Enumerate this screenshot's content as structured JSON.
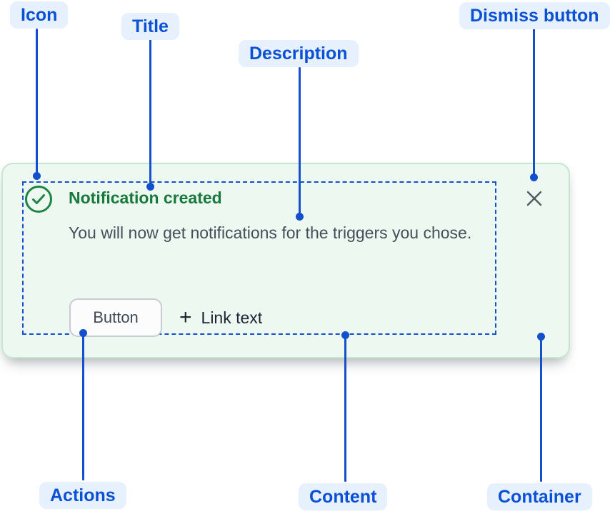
{
  "annotations": {
    "icon": {
      "label": "Icon"
    },
    "title": {
      "label": "Title"
    },
    "description": {
      "label": "Description"
    },
    "dismiss": {
      "label": "Dismiss button"
    },
    "actions": {
      "label": "Actions"
    },
    "content": {
      "label": "Content"
    },
    "container": {
      "label": "Container"
    }
  },
  "notification": {
    "title": "Notification created",
    "description": "You will now get notifications for the triggers you chose.",
    "button_label": "Button",
    "link_plus_glyph": "+",
    "link_label": "Link text",
    "icon_name": "success-check-icon",
    "dismiss_icon_name": "close-icon"
  },
  "colors": {
    "annotation_blue": "#1450cc",
    "annotation_text_blue": "#0b51d6",
    "annotation_pill_bg": "#e7f0fd",
    "card_bg": "#edf8f1",
    "card_border": "#c5e7d2",
    "success_green": "#17793b",
    "icon_green": "#1e8442",
    "body_text": "#454f59"
  }
}
